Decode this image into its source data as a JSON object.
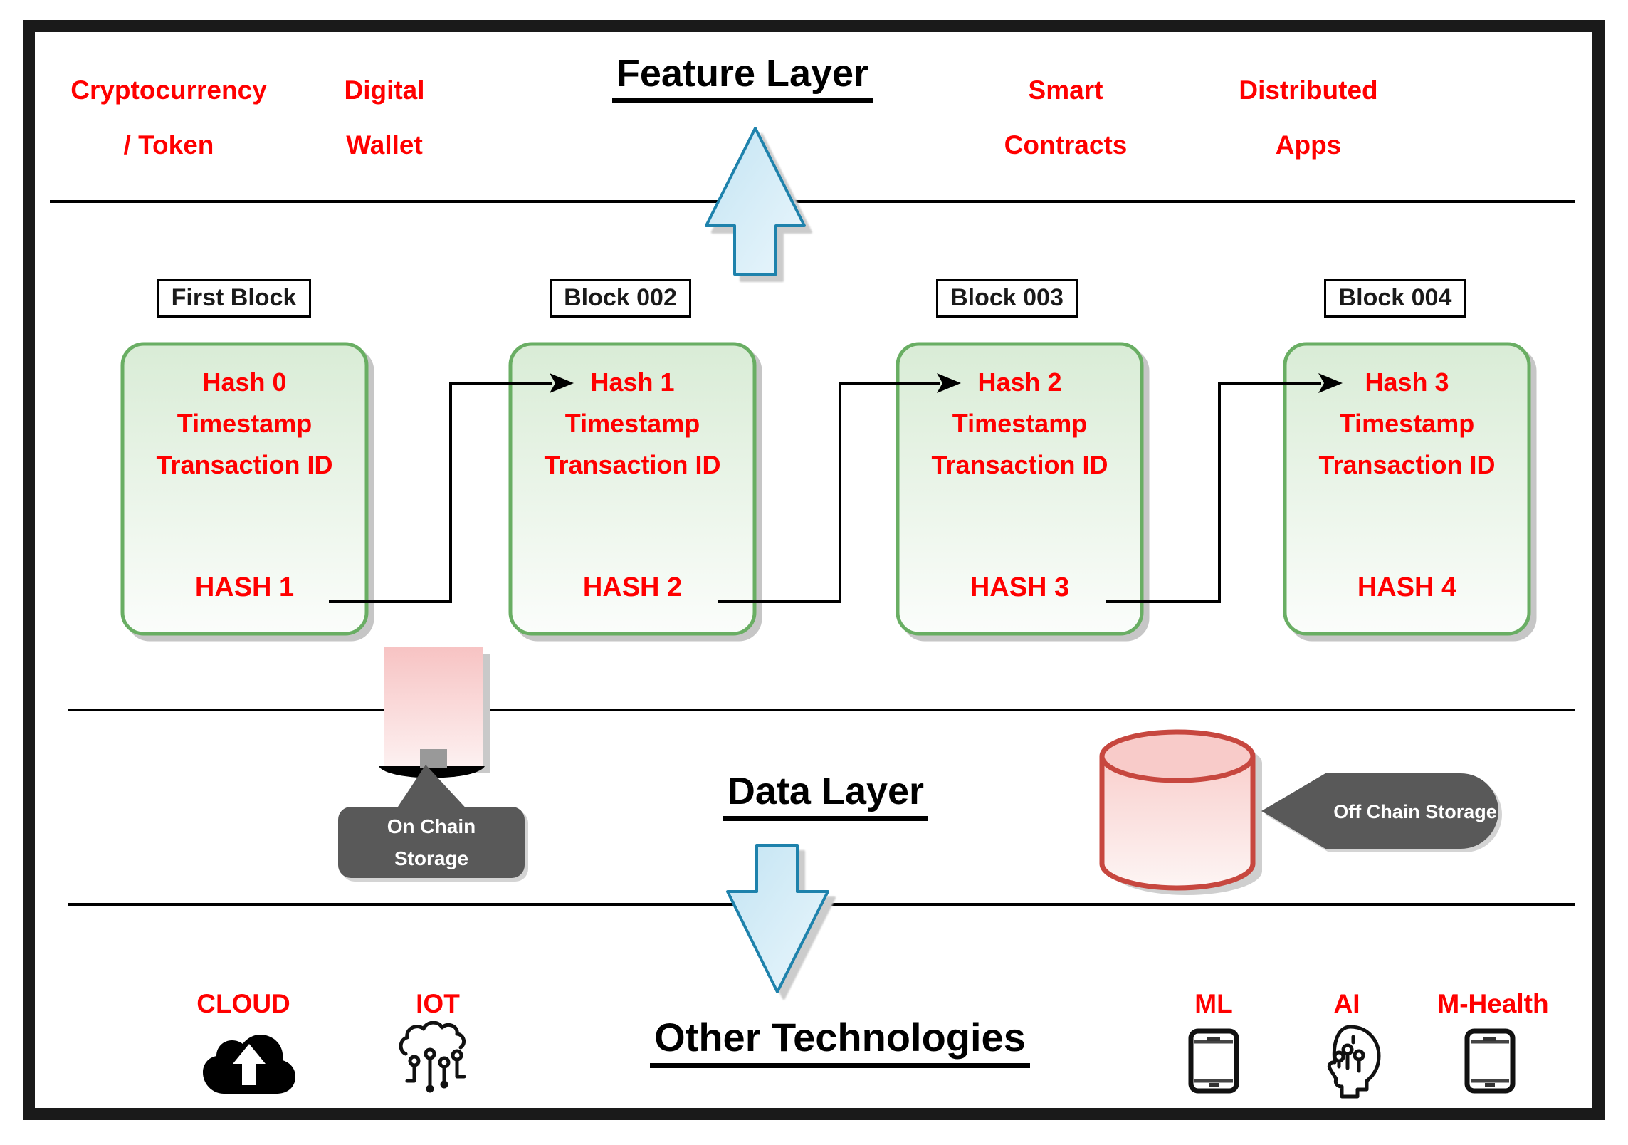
{
  "feature_layer": {
    "title": "Feature Layer",
    "labels": [
      {
        "line1": "Cryptocurrency",
        "line2": "/ Token"
      },
      {
        "line1": "Digital",
        "line2": "Wallet"
      },
      {
        "line1": "Smart",
        "line2": "Contracts"
      },
      {
        "line1": "Distributed",
        "line2": "Apps"
      }
    ]
  },
  "blockchain": {
    "blocks": [
      {
        "title": "First Block",
        "prev_hash": "Hash 0",
        "timestamp": "Timestamp",
        "transaction_id": "Transaction ID",
        "block_hash": "HASH 1"
      },
      {
        "title": "Block 002",
        "prev_hash": "Hash 1",
        "timestamp": "Timestamp",
        "transaction_id": "Transaction ID",
        "block_hash": "HASH 2"
      },
      {
        "title": "Block 003",
        "prev_hash": "Hash 2",
        "timestamp": "Timestamp",
        "transaction_id": "Transaction ID",
        "block_hash": "HASH 3"
      },
      {
        "title": "Block 004",
        "prev_hash": "Hash 3",
        "timestamp": "Timestamp",
        "transaction_id": "Transaction ID",
        "block_hash": "HASH 4"
      }
    ]
  },
  "data_layer": {
    "title": "Data Layer",
    "on_chain_storage": {
      "line1": "On Chain",
      "line2": "Storage"
    },
    "off_chain_storage": "Off Chain Storage"
  },
  "other_technologies": {
    "title": "Other Technologies",
    "items": [
      {
        "label": "CLOUD",
        "icon": "cloud-upload-icon"
      },
      {
        "label": "IOT",
        "icon": "iot-circuit-cloud-icon"
      },
      {
        "label": "ML",
        "icon": "smartphone-icon"
      },
      {
        "label": "AI",
        "icon": "ai-head-circuit-icon"
      },
      {
        "label": "M-Health",
        "icon": "smartphone-icon"
      }
    ]
  },
  "colors": {
    "label_red": "#ff0000",
    "title_black": "#1a1a1a",
    "block_border_green": "#69ae63",
    "block_fill_top": "#d9ecd6",
    "block_fill_bottom": "#fbfdfb",
    "callout_gray": "#595959",
    "arrow_blue_border": "#1e82ac",
    "arrow_blue_fill_top": "#c3e4f3",
    "arrow_blue_fill_bottom": "#eaf6fc",
    "cylinder_red": "#c7473f",
    "cylinder_fill_top": "#f9cfcd",
    "cylinder_fill_bottom": "#fdf5f4",
    "doc_pink_top": "#f7c3c3",
    "doc_pink_bottom": "#fdf1f1",
    "connector_black": "#000000"
  }
}
